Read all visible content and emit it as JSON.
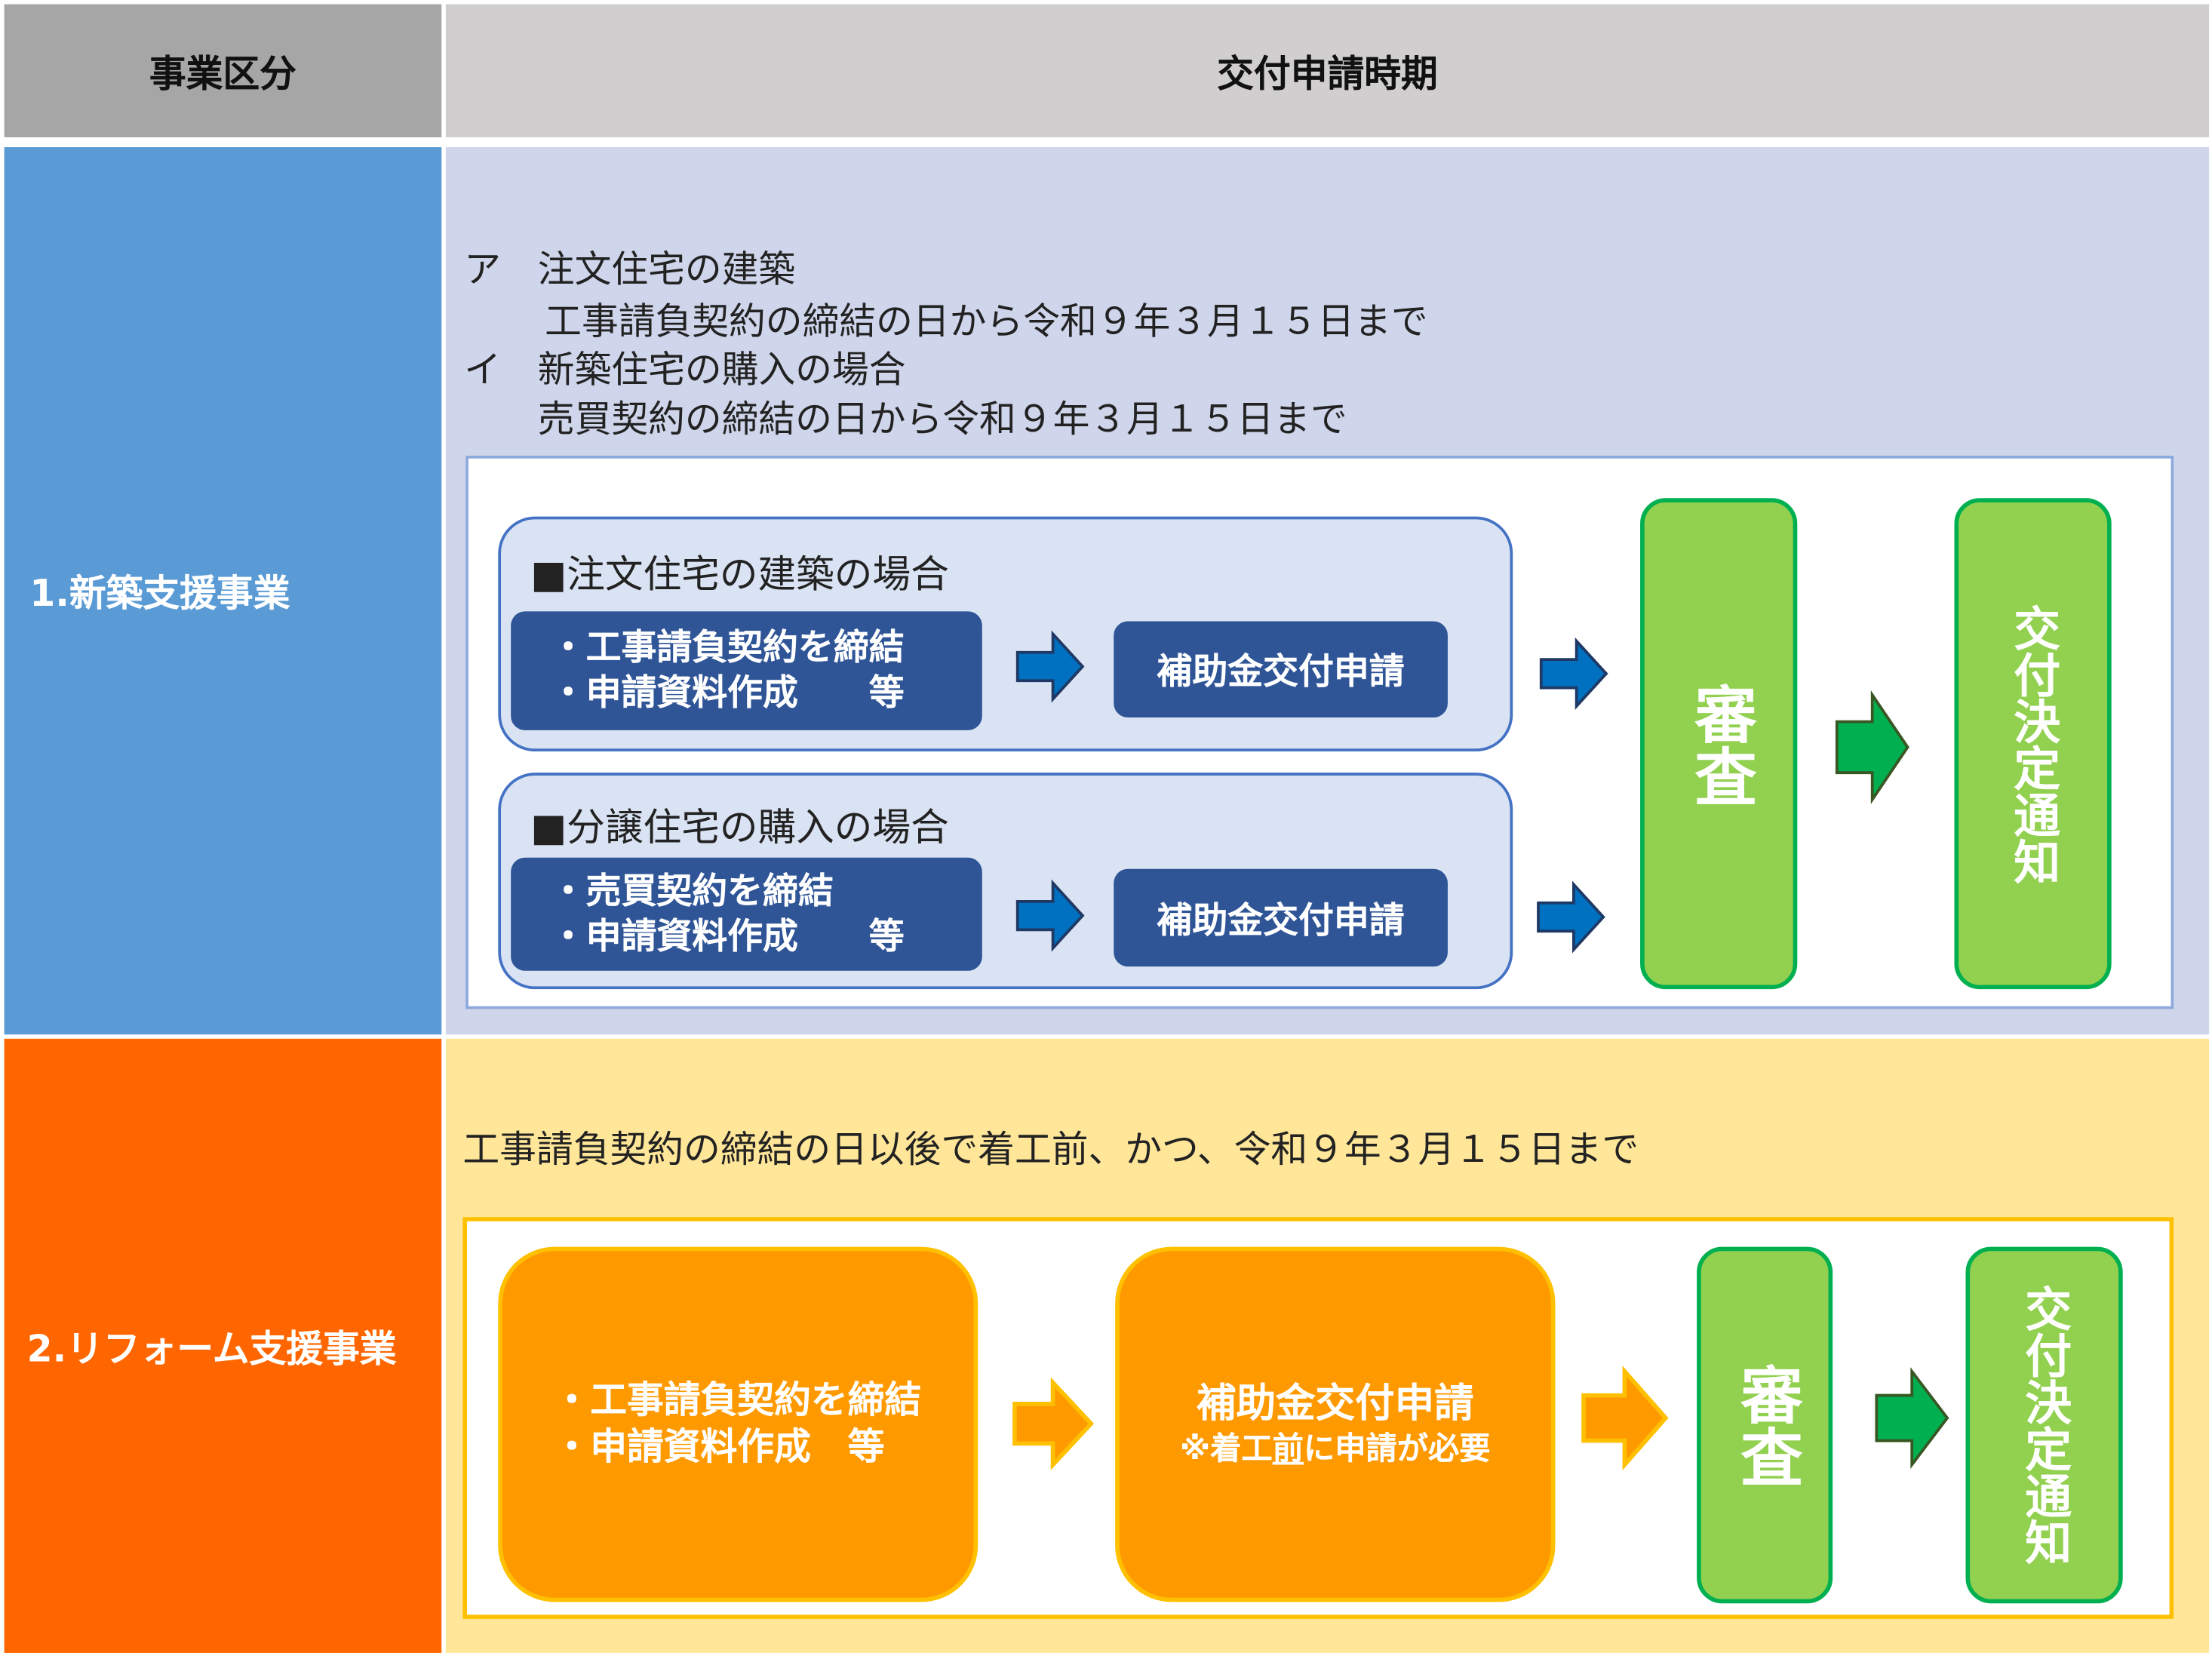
{
  "header": {
    "col1": "事業区分",
    "col2": "交付申請時期"
  },
  "row1": {
    "label": "1.新築支援事業",
    "lines": [
      "ア　注文住宅の建築",
      "工事請負契約の締結の日から令和９年３月１５日まで",
      "イ　新築住宅の購入の場合",
      "売買契約の締結の日から令和９年３月１５日まで"
    ],
    "case1": {
      "title": "■注文住宅の建築の場合",
      "step_lines": [
        "・工事請負契約を締結",
        "・申請資料作成　　等"
      ],
      "apply": "補助金交付申請"
    },
    "case2": {
      "title": "■分譲住宅の購入の場合",
      "step_lines": [
        "・売買契約を締結",
        "・申請資料作成　　等"
      ],
      "apply": "補助金交付申請"
    },
    "review": "審査",
    "notice": "交付決定通知"
  },
  "row2": {
    "label": "2.リフォーム支援事業",
    "line": "工事請負契約の締結の日以後で着工前、かつ、令和９年３月１５日まで",
    "step_lines": [
      "・工事請負契約を締結",
      "・申請資料作成　等"
    ],
    "apply": "補助金交付申請",
    "note_prefix": "※着工",
    "note_underlined": "前",
    "note_suffix": "に申請が必要",
    "review": "審査",
    "notice": "交付決定通知"
  },
  "colors": {
    "blue_arrow": "#0070c0",
    "green_arrow": "#00b050",
    "orange_arrow": "#ff9900"
  }
}
